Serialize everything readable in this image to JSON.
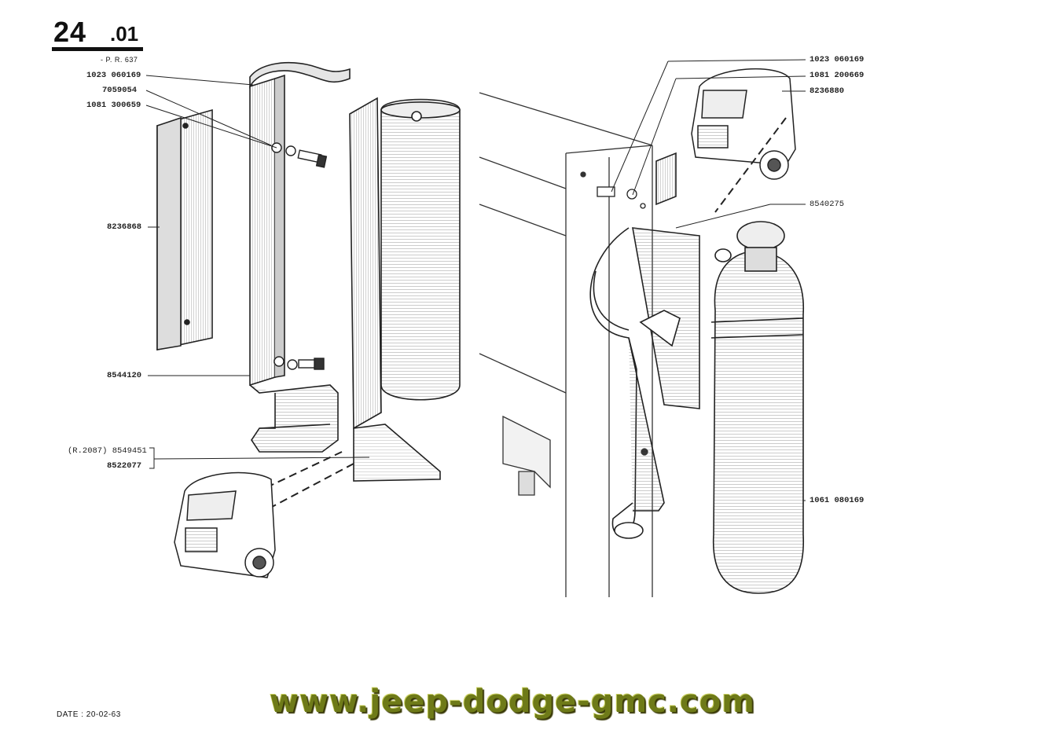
{
  "header": {
    "section_number": "24",
    "section_sub": ".01",
    "reference": "- P. R. 637"
  },
  "labels_left": [
    "1023 060169",
    "7059054",
    "1081 300659",
    "8236868",
    "8544120",
    "(R.2087) 8549451",
    "8522077"
  ],
  "labels_right": [
    "1023 060169",
    "1081 200669",
    "8236880",
    "8540275",
    "1061 080169"
  ],
  "footer": {
    "date": "DATE : 20-02-63",
    "website": "www.jeep-dodge-gmc.com"
  },
  "colors": {
    "ink": "#1a1a1a",
    "watermark": "#6e7a18"
  }
}
